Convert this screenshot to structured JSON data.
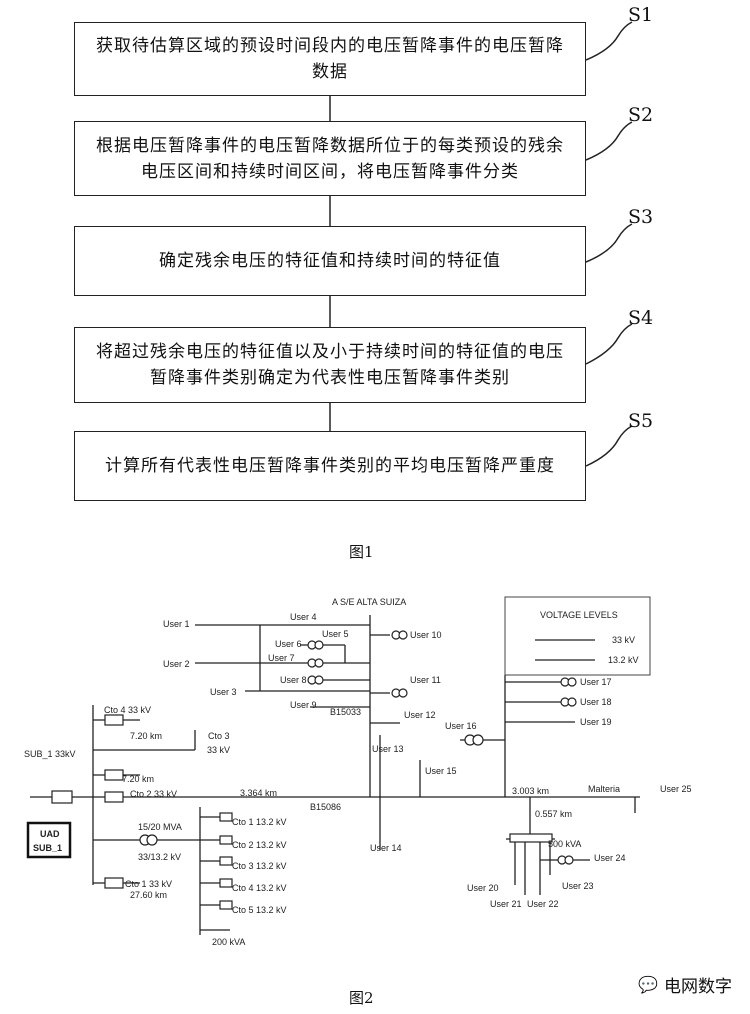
{
  "figure1": {
    "steps": [
      {
        "label": "S1",
        "text": "获取待估算区域的预设时间段内的电压暂降事件的电压暂降数据"
      },
      {
        "label": "S2",
        "text": "根据电压暂降事件的电压暂降数据所位于的每类预设的残余电压区间和持续时间区间，将电压暂降事件分类"
      },
      {
        "label": "S3",
        "text": "确定残余电压的特征值和持续时间的特征值"
      },
      {
        "label": "S4",
        "text": "将超过残余电压的特征值以及小于持续时间的特征值的电压暂降事件类别确定为代表性电压暂降事件类别"
      },
      {
        "label": "S5",
        "text": "计算所有代表性电压暂降事件类别的平均电压暂降严重度"
      }
    ],
    "caption": "图1"
  },
  "figure2": {
    "caption": "图2",
    "legend": {
      "title": "VOLTAGE LEVELS",
      "items": [
        "33 kV",
        "13.2 kV"
      ]
    },
    "labels": {
      "alta": "A S/E ALTA SUIZA",
      "sub1": "SUB_1 33kV",
      "uad1": "UAD",
      "uad2": "SUB_1",
      "cto4_33": "Cto 4 33 kV",
      "cto3": "Cto 3",
      "cto3kv": "33 kV",
      "d720a": "7.20 km",
      "d720b": "7.20 km",
      "cto2_33": "Cto 2 33 kV",
      "d3364": "3.364 km",
      "b15086": "B15086",
      "b15033": "B15033",
      "mva": "15/20 MVA",
      "ratio": "33/13.2 kV",
      "cto1_33": "Cto 1 33 kV",
      "d2760": "27.60 km",
      "c1": "Cto 1 13.2 kV",
      "c2": "Cto 2 13.2 kV",
      "c3": "Cto 3 13.2 kV",
      "c4": "Cto 4 13.2 kV",
      "c5": "Cto 5 13.2 kV",
      "kva200": "200 kVA",
      "d3003": "3.003 km",
      "d0557": "0.557 km",
      "malteria": "Malteria",
      "kva500": "500 kVA",
      "u1": "User 1",
      "u2": "User 2",
      "u3": "User 3",
      "u4": "User 4",
      "u5": "User 5",
      "u6": "User 6",
      "u7": "User 7",
      "u8": "User 8",
      "u9": "User 9",
      "u10": "User 10",
      "u11": "User 11",
      "u12": "User 12",
      "u13": "User 13",
      "u14": "User 14",
      "u15": "User 15",
      "u16": "User 16",
      "u17": "User 17",
      "u18": "User 18",
      "u19": "User 19",
      "u20": "User 20",
      "u21": "User 21",
      "u22": "User 22",
      "u23": "User 23",
      "u24": "User 24",
      "u25": "User 25"
    }
  },
  "watermark": "电网数字"
}
